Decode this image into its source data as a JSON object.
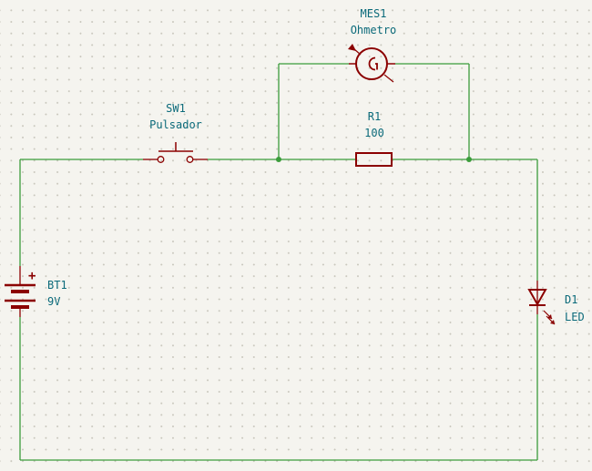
{
  "colors": {
    "wire": "#3b9c3b",
    "symbol": "#8b0000",
    "label": "#0b6a7a",
    "background": "#f5f4ef"
  },
  "components": {
    "meter": {
      "ref": "MES1",
      "value": "Ohmetro"
    },
    "switch": {
      "ref": "SW1",
      "value": "Pulsador"
    },
    "resistor": {
      "ref": "R1",
      "value": "100"
    },
    "battery": {
      "ref": "BT1",
      "value": "9V",
      "polarity_mark": "+"
    },
    "led": {
      "ref": "D1",
      "value": "LED"
    }
  }
}
